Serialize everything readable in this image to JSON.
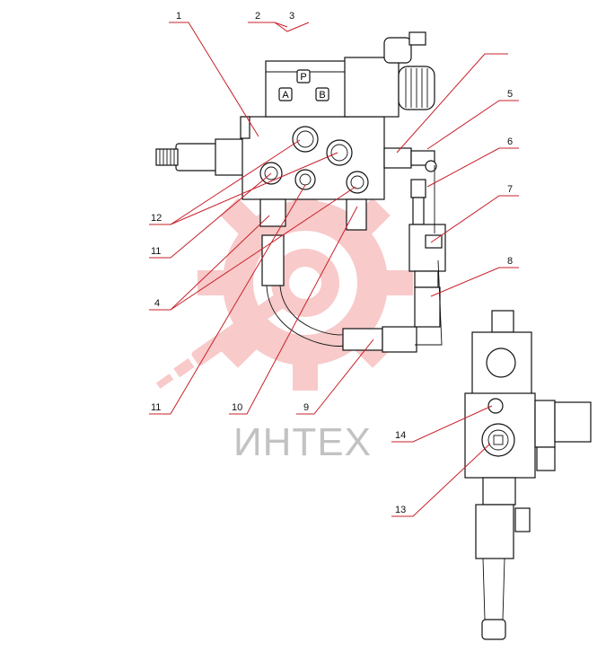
{
  "watermark": {
    "text": "ИНТЕХ",
    "color": "#f08080"
  },
  "block_labels": {
    "p": "P",
    "a": "A",
    "b": "B"
  },
  "callouts": [
    {
      "id": "c1",
      "text": "1"
    },
    {
      "id": "c2",
      "text": "2"
    },
    {
      "id": "c3",
      "text": "3"
    },
    {
      "id": "c5",
      "text": "5"
    },
    {
      "id": "c6",
      "text": "6"
    },
    {
      "id": "c7",
      "text": "7"
    },
    {
      "id": "c8",
      "text": "8"
    },
    {
      "id": "c12",
      "text": "12"
    },
    {
      "id": "c11a",
      "text": "11"
    },
    {
      "id": "c4",
      "text": "4"
    },
    {
      "id": "c11b",
      "text": "11"
    },
    {
      "id": "c10",
      "text": "10"
    },
    {
      "id": "c9",
      "text": "9"
    },
    {
      "id": "c14",
      "text": "14"
    },
    {
      "id": "c13",
      "text": "13"
    }
  ],
  "colors": {
    "line": "#111111",
    "leader": "#c8202a",
    "logo": "#f4a0a0"
  }
}
